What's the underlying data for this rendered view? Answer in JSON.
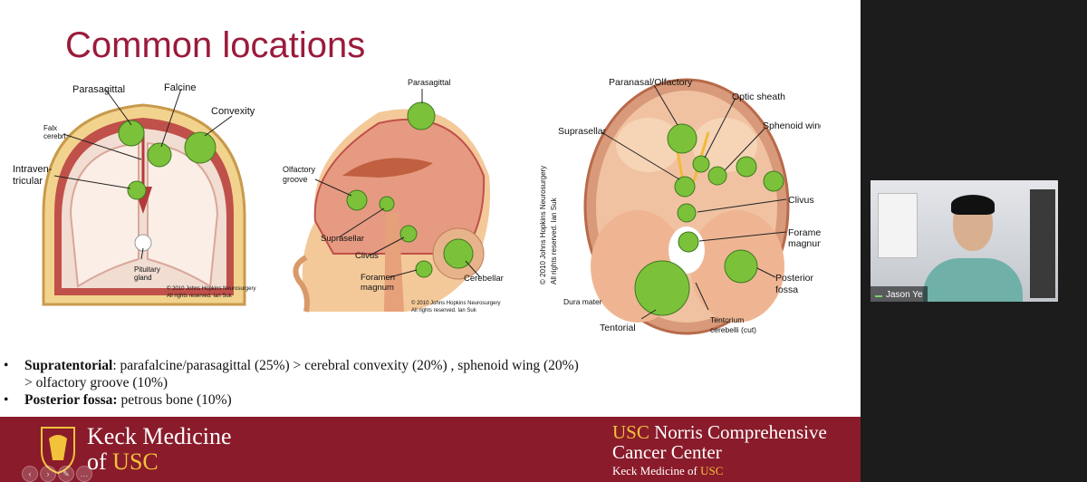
{
  "slide": {
    "title": "Common locations",
    "figures": {
      "coronal": {
        "labels": [
          "Parasagittal",
          "Falcine",
          "Convexity",
          "Falx",
          "cerebri",
          "Intraven-",
          "tricular",
          "Pituitary",
          "gland"
        ],
        "credit": [
          "© 2010 Johns Hopkins Neurosurgery",
          "All rights reserved. Ian Suk"
        ]
      },
      "sagittal": {
        "labels": [
          "Parasagittal",
          "Olfactory",
          "groove",
          "Suprasellar",
          "Clivus",
          "Foramen",
          "magnum",
          "Cerebellar"
        ],
        "credit": [
          "© 2010 Johns Hopkins Neurosurgery",
          "All rights reserved. Ian Suk"
        ]
      },
      "skullbase": {
        "labels": [
          "Paranasal/Olfactory",
          "Optic sheath",
          "Suprasellar",
          "Sphenoid wing",
          "Clivus",
          "Foramen",
          "magnum",
          "Posterior",
          "fossa",
          "Dura mater",
          "Tentorial",
          "Tentorium",
          "cerebelli (cut)"
        ],
        "credit": [
          "© 2010 Johns Hopkins Neurosurgery",
          "All rights reserved. Ian Suk"
        ]
      }
    },
    "bullets": [
      {
        "bold": "Supratentorial",
        "text": ": parafalcine/parasagittal (25%) > cerebral convexity (20%) , sphenoid wing (20%)",
        "cont": "> olfactory groove (10%)"
      },
      {
        "bold": "Posterior fossa:",
        "text": " petrous bone (10%)",
        "cont": ""
      }
    ],
    "footer": {
      "left_line1": "Keck Medicine",
      "left_of": "of ",
      "left_usc": "USC",
      "right_usc": "USC",
      "right_line1": " Norris Comprehensive",
      "right_line2": "Cancer Center",
      "right_small": "Keck Medicine of ",
      "right_small_usc": "USC"
    }
  },
  "participant": {
    "name": "Jason Ye"
  },
  "colors": {
    "title": "#9a1b3b",
    "footer": "#8a1b2b",
    "gold": "#f2c23a",
    "tumor": "#7cc13a"
  },
  "icons": [
    "signal-icon",
    "slideshow-control-icons"
  ]
}
